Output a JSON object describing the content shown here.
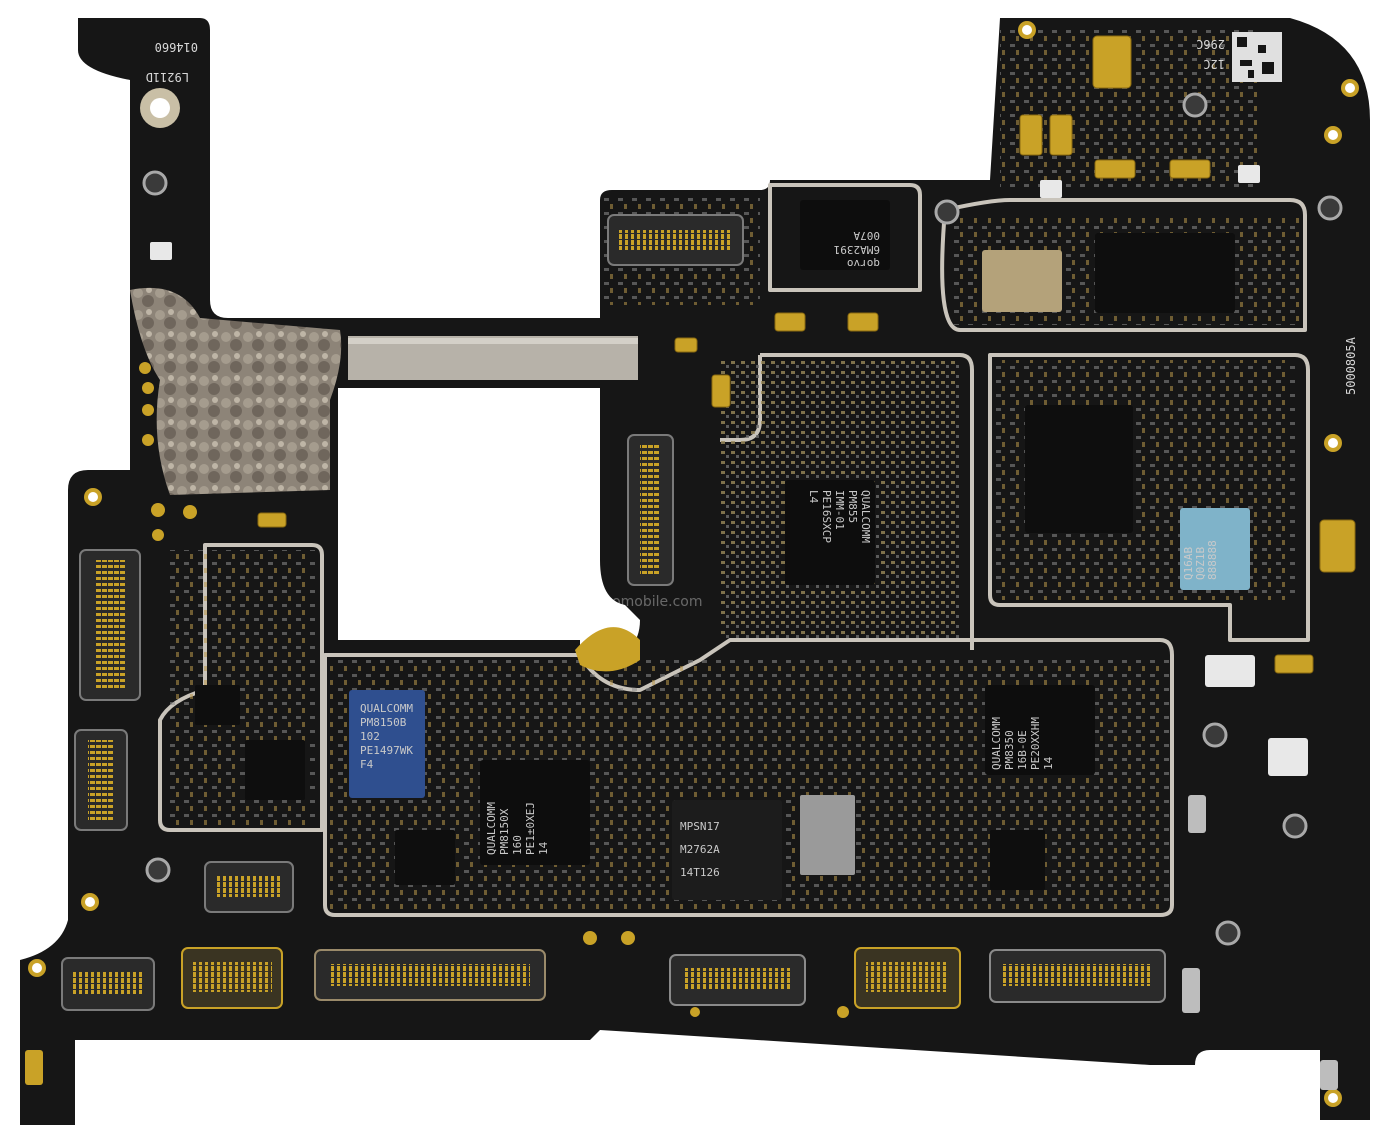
{
  "image": {
    "description_none": "",
    "board": {
      "silkscreen": {
        "top_left_code_1": "L9211D",
        "top_left_code_2": "014660",
        "top_right_code_1": "12C",
        "top_right_code_2": "296C",
        "right_side_code": "5000805A"
      },
      "chips": {
        "pm8150b": [
          "QUALCOMM",
          "PM8150B",
          "102",
          "PE1497WK",
          "F4"
        ],
        "pm8150x": [
          "QUALCOMM",
          "PM8150X",
          "160",
          "PE1±0XEJ",
          "14"
        ],
        "pm855": [
          "QUALCOMM",
          "PM855",
          "IMM-01",
          "PE16SXCP",
          "L4"
        ],
        "pm8350": [
          "QUALCOMM",
          "PM8350",
          "16B-0E",
          "PE20XXHM",
          "14"
        ],
        "qorvo": [
          "qorvo",
          "6MA2391",
          "007A"
        ],
        "mpsn": [
          "MPSN17",
          "M2762A",
          "14T126"
        ],
        "blue_module": [
          "Q16AB",
          "Q0Z1B",
          "888888"
        ]
      },
      "watermark": "ictomobile.com"
    },
    "colors": {
      "background": "#ffffff",
      "pcb": "#161616",
      "gold": "#c9a227",
      "shield": "#b9b9b9",
      "blue_chip": "#2f4f8f"
    }
  }
}
